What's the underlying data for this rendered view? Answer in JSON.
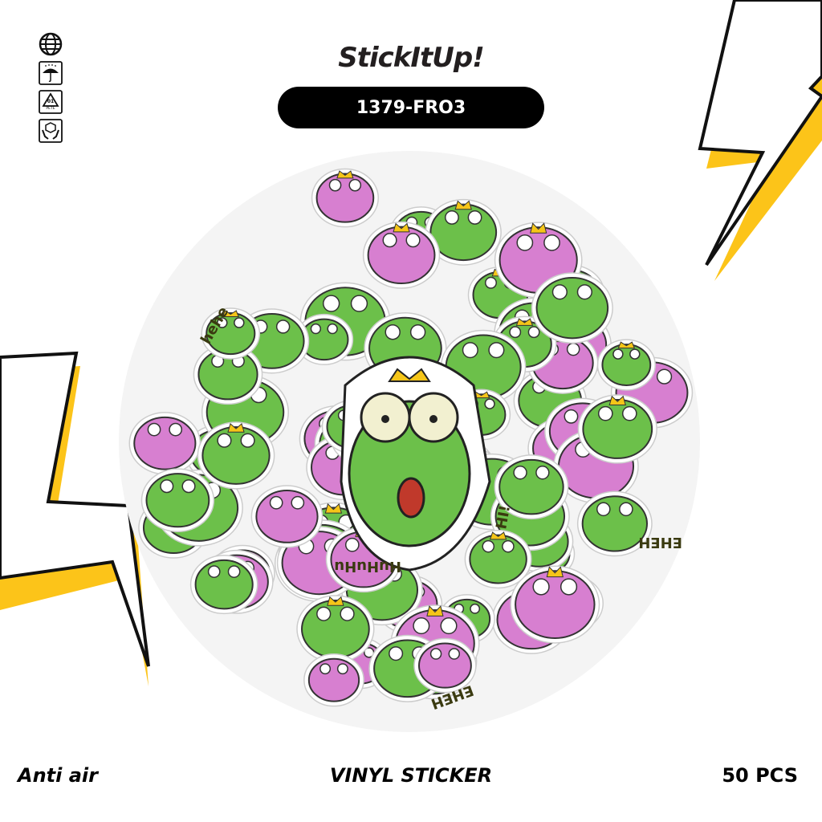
{
  "brand": {
    "name": "StickItUp!"
  },
  "product_code": "1379-FRO3",
  "icons": [
    "globe-icon",
    "keep-dry-umbrella-icon",
    "recycle-pete-01-icon",
    "handle-with-care-icon"
  ],
  "recycle_label": {
    "number": "01",
    "material": "PETE"
  },
  "footer": {
    "left": "Anti air",
    "center": "VINYL STICKER",
    "right": "50 PCS"
  },
  "sticker_texts": [
    "hehe",
    "HI!",
    "HuHuHu",
    "EHEH",
    "EHEH"
  ],
  "colors": {
    "frog_green": "#6cc04a",
    "frog_pink": "#d77fd0",
    "bolt_yellow": "#fcc419",
    "outline": "#111111"
  }
}
